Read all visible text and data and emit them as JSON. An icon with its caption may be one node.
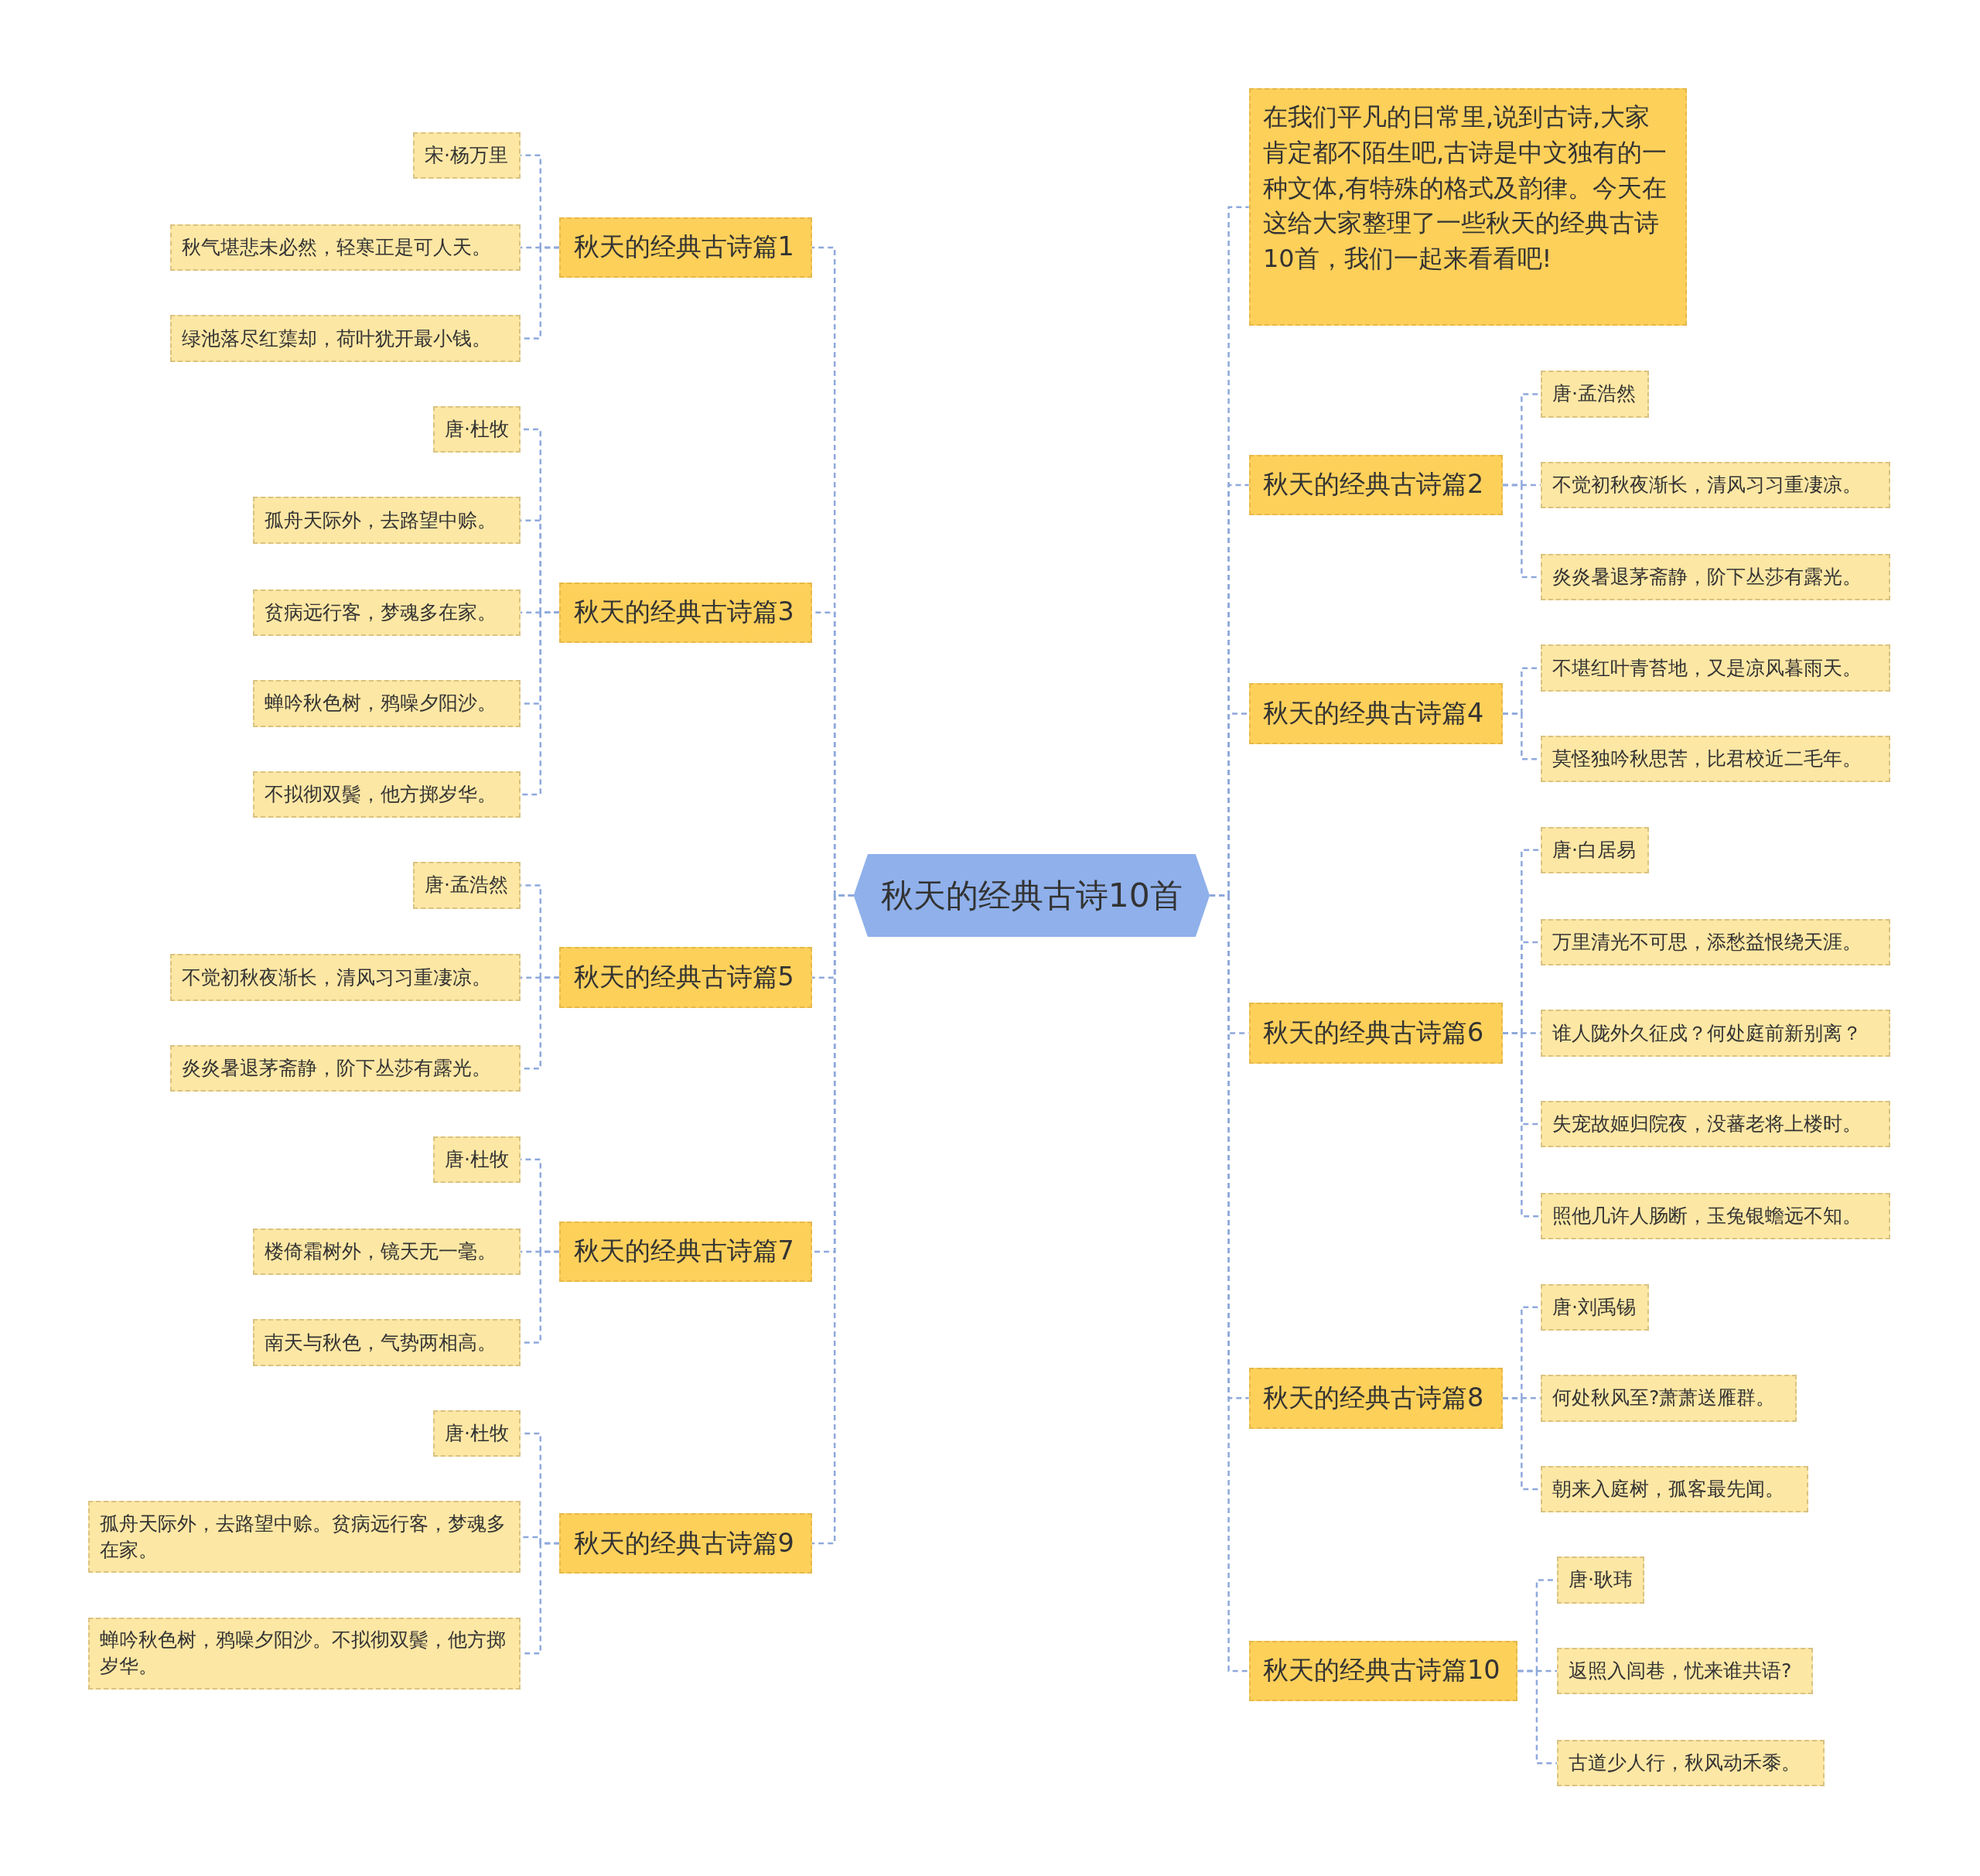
{
  "diagram": {
    "nodes": [
      {
        "text": [
          "秋天的经典古诗10首"
        ]
      },
      {
        "text": [
          "在我们平凡的日常里,说到古诗,大家肯定都不陌生吧,古诗是中文独有的一种文体,有特殊的格式及韵律。今天在这给大家整理了一些秋天的经典古诗10首，我们一起来看看吧!"
        ]
      },
      {
        "text": [
          "秋天的经典古诗篇1"
        ]
      },
      {
        "text": [
          "宋·杨万里"
        ]
      },
      {
        "text": [
          "秋气堪悲未必然，轻寒正是可人天。"
        ]
      },
      {
        "text": [
          "绿池落尽红蕖却，荷叶犹开最小钱。"
        ]
      },
      {
        "text": [
          "秋天的经典古诗篇3"
        ]
      },
      {
        "text": [
          "唐·杜牧"
        ]
      },
      {
        "text": [
          "孤舟天际外，去路望中赊。"
        ]
      },
      {
        "text": [
          "贫病远行客，梦魂多在家。"
        ]
      },
      {
        "text": [
          "蝉吟秋色树，鸦噪夕阳沙。"
        ]
      },
      {
        "text": [
          "不拟彻双鬓，他方掷岁华。"
        ]
      },
      {
        "text": [
          "秋天的经典古诗篇5"
        ]
      },
      {
        "text": [
          "唐·孟浩然"
        ]
      },
      {
        "text": [
          "不觉初秋夜渐长，清风习习重凄凉。"
        ]
      },
      {
        "text": [
          "炎炎暑退茅斋静，阶下丛莎有露光。"
        ]
      },
      {
        "text": [
          "秋天的经典古诗篇7"
        ]
      },
      {
        "text": [
          "唐·杜牧"
        ]
      },
      {
        "text": [
          "楼倚霜树外，镜天无一毫。"
        ]
      },
      {
        "text": [
          "南天与秋色，气势两相高。"
        ]
      },
      {
        "text": [
          "秋天的经典古诗篇9"
        ]
      },
      {
        "text": [
          "唐·杜牧"
        ]
      },
      {
        "text": [
          "孤舟天际外，去路望中赊。贫病远行客，梦魂多在家。"
        ]
      },
      {
        "text": [
          "蝉吟秋色树，鸦噪夕阳沙。不拟彻双鬓，他方掷岁华。"
        ]
      },
      {
        "text": [
          "秋天的经典古诗篇2"
        ]
      },
      {
        "text": [
          "唐·孟浩然"
        ]
      },
      {
        "text": [
          "不觉初秋夜渐长，清风习习重凄凉。"
        ]
      },
      {
        "text": [
          "炎炎暑退茅斋静，阶下丛莎有露光。"
        ]
      },
      {
        "text": [
          "秋天的经典古诗篇4"
        ]
      },
      {
        "text": [
          "不堪红叶青苔地，又是凉风暮雨天。"
        ]
      },
      {
        "text": [
          "莫怪独吟秋思苦，比君校近二毛年。"
        ]
      },
      {
        "text": [
          "秋天的经典古诗篇6"
        ]
      },
      {
        "text": [
          "唐·白居易"
        ]
      },
      {
        "text": [
          "万里清光不可思，添愁益恨绕天涯。"
        ]
      },
      {
        "text": [
          "谁人陇外久征戍？何处庭前新别离？"
        ]
      },
      {
        "text": [
          "失宠故姬归院夜，没蕃老将上楼时。"
        ]
      },
      {
        "text": [
          "照他几许人肠断，玉兔银蟾远不知。"
        ]
      },
      {
        "text": [
          "秋天的经典古诗篇8"
        ]
      },
      {
        "text": [
          "唐·刘禹锡"
        ]
      },
      {
        "text": [
          "何处秋风至?萧萧送雁群。"
        ]
      },
      {
        "text": [
          "朝来入庭树，孤客最先闻。"
        ]
      },
      {
        "text": [
          "秋天的经典古诗篇10"
        ]
      },
      {
        "text": [
          "唐·耿玮"
        ]
      },
      {
        "text": [
          "返照入闾巷，忧来谁共语?"
        ]
      },
      {
        "text": [
          "古道少人行，秋风动禾黍。"
        ]
      }
    ],
    "edges": [
      {
        "from": 0,
        "to": 1,
        "arrow": "none"
      },
      {
        "from": 0,
        "to": 2,
        "arrow": "none"
      },
      {
        "from": 0,
        "to": 6,
        "arrow": "none"
      },
      {
        "from": 0,
        "to": 12,
        "arrow": "none"
      },
      {
        "from": 0,
        "to": 16,
        "arrow": "none"
      },
      {
        "from": 0,
        "to": 20,
        "arrow": "none"
      },
      {
        "from": 0,
        "to": 24,
        "arrow": "none"
      },
      {
        "from": 0,
        "to": 28,
        "arrow": "none"
      },
      {
        "from": 0,
        "to": 31,
        "arrow": "none"
      },
      {
        "from": 0,
        "to": 37,
        "arrow": "none"
      },
      {
        "from": 0,
        "to": 41,
        "arrow": "none"
      },
      {
        "from": 2,
        "to": 3,
        "arrow": "none"
      },
      {
        "from": 2,
        "to": 4,
        "arrow": "none"
      },
      {
        "from": 2,
        "to": 5,
        "arrow": "none"
      },
      {
        "from": 6,
        "to": 7,
        "arrow": "none"
      },
      {
        "from": 6,
        "to": 8,
        "arrow": "none"
      },
      {
        "from": 6,
        "to": 9,
        "arrow": "none"
      },
      {
        "from": 6,
        "to": 10,
        "arrow": "none"
      },
      {
        "from": 6,
        "to": 11,
        "arrow": "none"
      },
      {
        "from": 12,
        "to": 13,
        "arrow": "none"
      },
      {
        "from": 12,
        "to": 14,
        "arrow": "none"
      },
      {
        "from": 12,
        "to": 15,
        "arrow": "none"
      },
      {
        "from": 16,
        "to": 17,
        "arrow": "none"
      },
      {
        "from": 16,
        "to": 18,
        "arrow": "none"
      },
      {
        "from": 16,
        "to": 19,
        "arrow": "none"
      },
      {
        "from": 20,
        "to": 21,
        "arrow": "none"
      },
      {
        "from": 20,
        "to": 22,
        "arrow": "none"
      },
      {
        "from": 20,
        "to": 23,
        "arrow": "none"
      },
      {
        "from": 24,
        "to": 25,
        "arrow": "none"
      },
      {
        "from": 24,
        "to": 26,
        "arrow": "none"
      },
      {
        "from": 24,
        "to": 27,
        "arrow": "none"
      },
      {
        "from": 28,
        "to": 29,
        "arrow": "none"
      },
      {
        "from": 28,
        "to": 30,
        "arrow": "none"
      },
      {
        "from": 31,
        "to": 32,
        "arrow": "none"
      },
      {
        "from": 31,
        "to": 33,
        "arrow": "none"
      },
      {
        "from": 31,
        "to": 34,
        "arrow": "none"
      },
      {
        "from": 31,
        "to": 35,
        "arrow": "none"
      },
      {
        "from": 31,
        "to": 36,
        "arrow": "none"
      },
      {
        "from": 37,
        "to": 38,
        "arrow": "none"
      },
      {
        "from": 37,
        "to": 39,
        "arrow": "none"
      },
      {
        "from": 37,
        "to": 40,
        "arrow": "none"
      },
      {
        "from": 41,
        "to": 42,
        "arrow": "none"
      },
      {
        "from": 41,
        "to": 43,
        "arrow": "none"
      },
      {
        "from": 41,
        "to": 44,
        "arrow": "none"
      }
    ]
  }
}
